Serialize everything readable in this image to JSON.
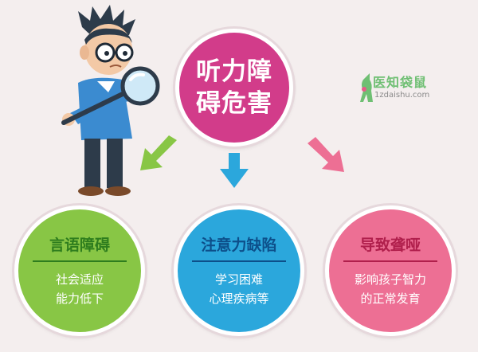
{
  "center": {
    "title": "听力障碍危害",
    "color": "#d23c8a"
  },
  "effects": [
    {
      "title": "言语障碍",
      "lines": [
        "社会适应",
        "能力低下"
      ],
      "color": "#88c645"
    },
    {
      "title": "注意力缺陷",
      "lines": [
        "学习困难",
        "心理疾病等"
      ],
      "color": "#2ba7dc"
    },
    {
      "title": "导致聋哑",
      "lines": [
        "影响孩子智力",
        "的正常发育"
      ],
      "color": "#ed6f94"
    }
  ],
  "arrows": [
    {
      "icon": "arrow-down-left-icon",
      "color": "#88c645"
    },
    {
      "icon": "arrow-down-icon",
      "color": "#2ba7dc"
    },
    {
      "icon": "arrow-down-right-icon",
      "color": "#ed6f94"
    }
  ],
  "watermark": {
    "name": "医知袋鼠",
    "url": "1zdaishu.com"
  },
  "illustration": {
    "icon": "doctor-with-magnifier-icon"
  }
}
